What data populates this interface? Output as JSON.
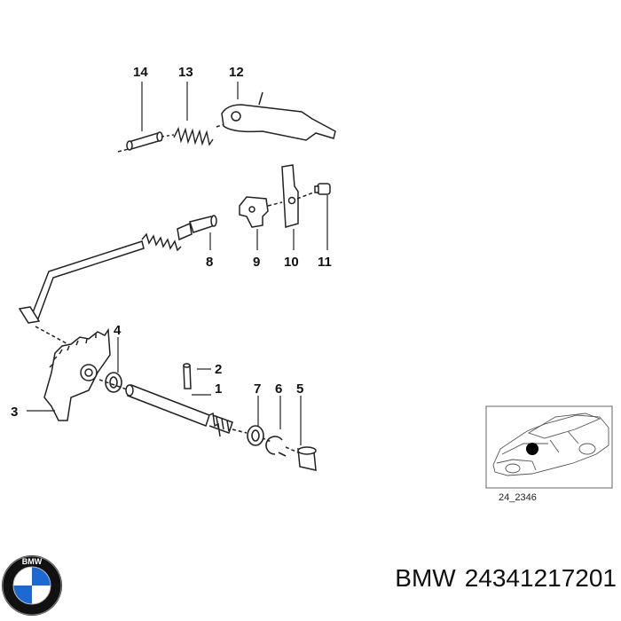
{
  "diagram": {
    "callouts": [
      "14",
      "13",
      "12",
      "8",
      "9",
      "10",
      "11",
      "4",
      "2",
      "1",
      "3",
      "7",
      "6",
      "5"
    ],
    "reference_code": "24_2346"
  },
  "caption": {
    "brand": "BMW",
    "part_number": "24341217201"
  },
  "logo": {
    "name": "bmw-roundel",
    "colors": {
      "blue": "#1c69d4",
      "white": "#ffffff",
      "ring": "#111111"
    }
  }
}
